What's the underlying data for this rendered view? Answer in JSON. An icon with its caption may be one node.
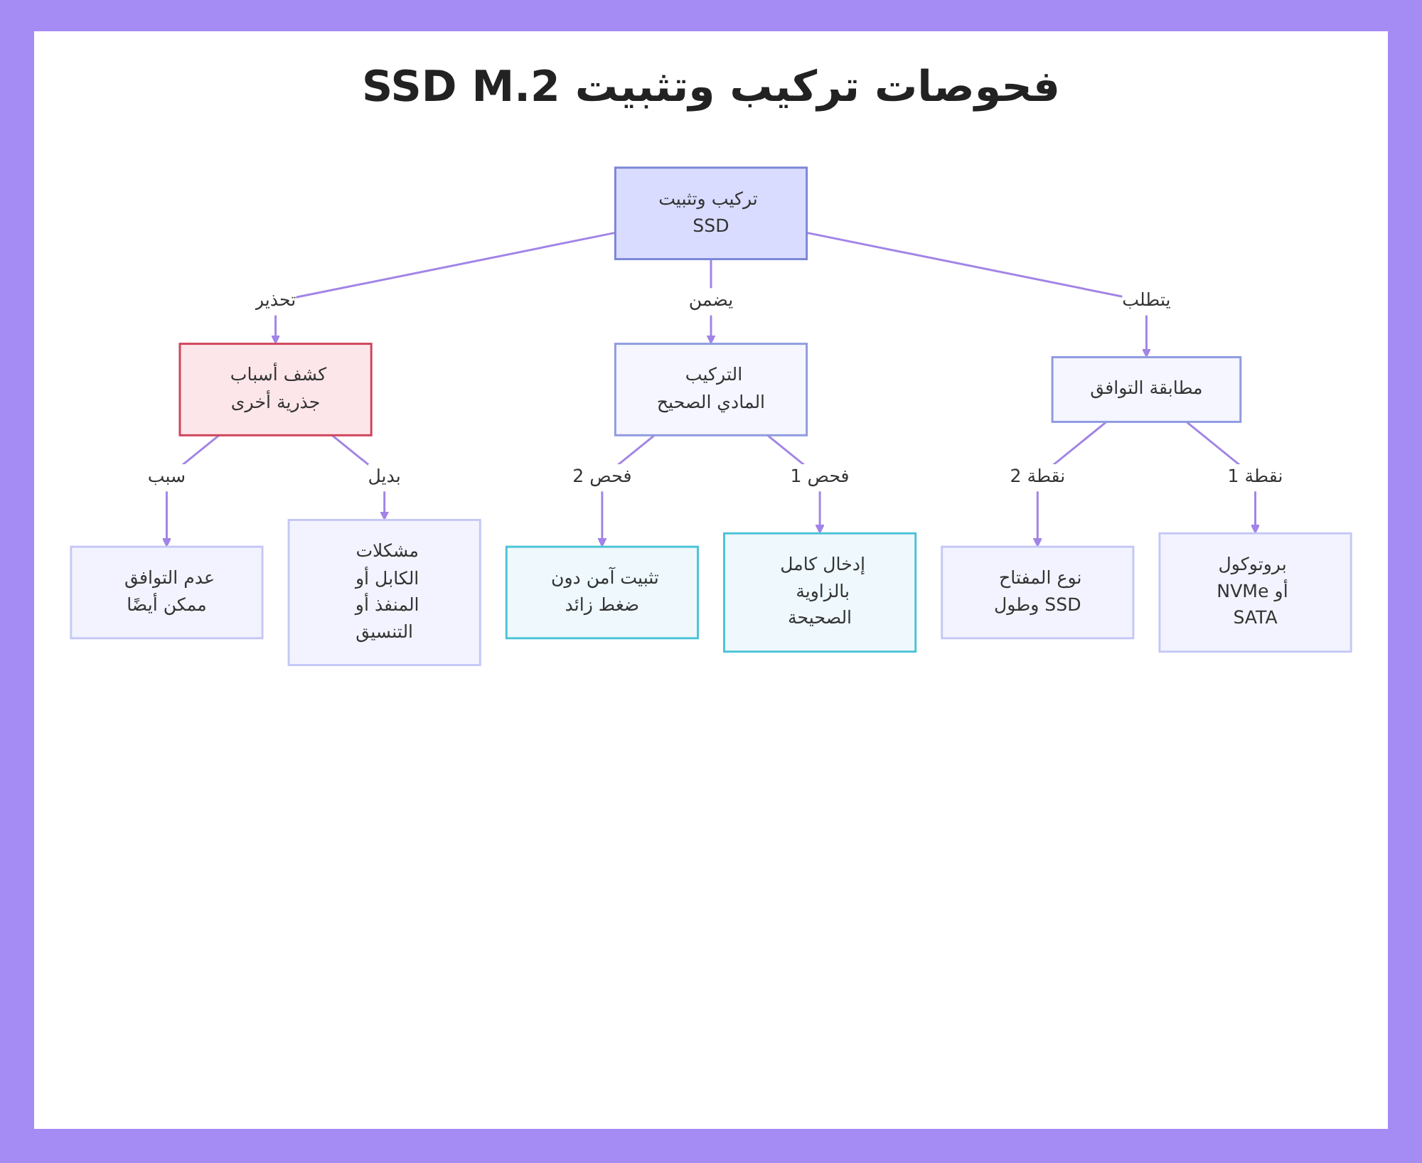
{
  "diagram": {
    "title": "فحوصات تركيب وتثبيت SSD M.2",
    "nodes": [
      {
        "text": [
          "تركيب وتثبيت SSD"
        ]
      },
      {
        "text": [
          "كشف أسباب جذرية أخرى"
        ]
      },
      {
        "text": [
          "التركيب المادي الصحيح"
        ]
      },
      {
        "text": [
          "مطابقة التوافق"
        ]
      },
      {
        "text": [
          "عدم التوافق ممكن أيضًا"
        ]
      },
      {
        "text": [
          "مشكلات الكابل أو المنفذ أو التنسيق"
        ]
      },
      {
        "text": [
          "تثبيت آمن دون ضغط زائد"
        ]
      },
      {
        "text": [
          "إدخال كامل بالزاوية الصحيحة"
        ]
      },
      {
        "text": [
          "نوع المفتاح وطول SSD"
        ]
      },
      {
        "text": [
          "بروتوكول NVMe أو SATA"
        ]
      }
    ],
    "edges": [
      {
        "from": 0,
        "to": 1,
        "arrow": "to",
        "label": "تحذير"
      },
      {
        "from": 0,
        "to": 2,
        "arrow": "to",
        "label": "يضمن"
      },
      {
        "from": 0,
        "to": 3,
        "arrow": "to",
        "label": "يتطلب"
      },
      {
        "from": 1,
        "to": 4,
        "arrow": "to",
        "label": "سبب"
      },
      {
        "from": 1,
        "to": 5,
        "arrow": "to",
        "label": "بديل"
      },
      {
        "from": 2,
        "to": 6,
        "arrow": "to",
        "label": "فحص 2"
      },
      {
        "from": 2,
        "to": 7,
        "arrow": "to",
        "label": "فحص 1"
      },
      {
        "from": 3,
        "to": 8,
        "arrow": "to",
        "label": "نقطة 2"
      },
      {
        "from": 3,
        "to": 9,
        "arrow": "to",
        "label": "نقطة 1"
      }
    ]
  }
}
